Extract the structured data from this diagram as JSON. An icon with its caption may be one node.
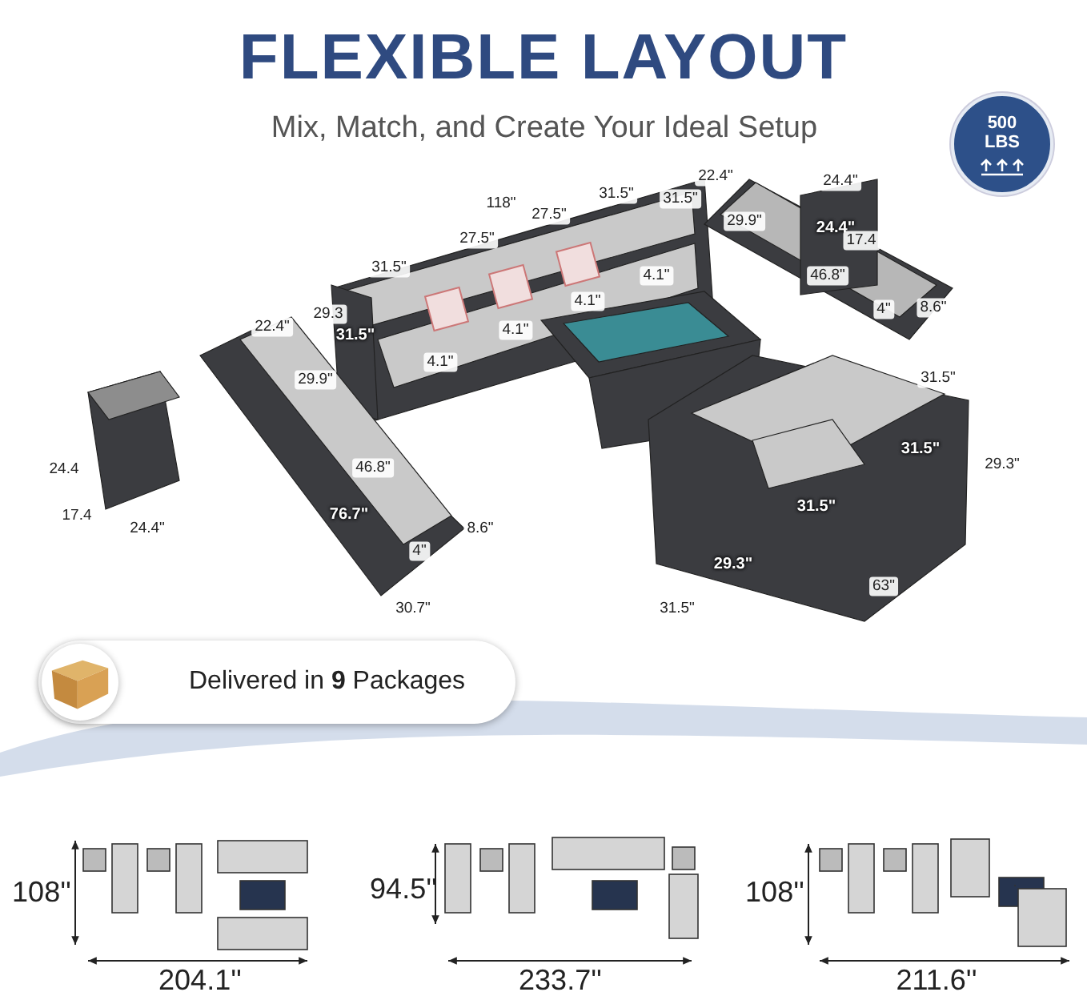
{
  "diagram": {
    "title": "FLEXIBLE LAYOUT",
    "nodes": [
      {
        "text": [
          "500 LBS"
        ]
      },
      {
        "text": [
          "Delivered in **9** Packages"
        ]
      }
    ],
    "labels": [
      "Mix, Match, and Create Your Ideal Setup",
      "22.4\"",
      "24.4\"",
      "31.5\"",
      "118\"",
      "31.5\"",
      "27.5\"",
      "29.9\"",
      "24.4\"",
      "17.4",
      "27.5\"",
      "31.5\"",
      "4.1\"",
      "46.8\"",
      "4.1\"",
      "4\"",
      "8.6\"",
      "31.5\"",
      "4.1\"",
      "22.4\"",
      "29.3",
      "4.1\"",
      "31.5\"",
      "29.9\"",
      "31.5\"",
      "29.3\"",
      "24.4",
      "46.8\"",
      "76.7\"",
      "31.5\"",
      "17.4",
      "24.4\"",
      "8.6\"",
      "4\"",
      "29.3\"",
      "63\"",
      "30.7\"",
      "31.5\"",
      "108''",
      "204.1''",
      "94.5''",
      "233.7''",
      "108''",
      "211.6''"
    ]
  }
}
